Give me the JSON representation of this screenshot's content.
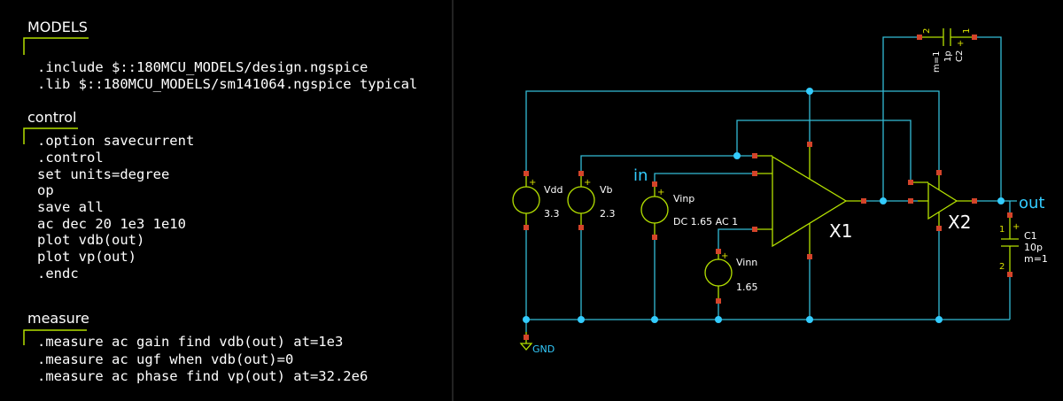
{
  "code_blocks": [
    {
      "title": "MODELS",
      "lines": [
        ".include $::180MCU_MODELS/design.ngspice",
        ".lib $::180MCU_MODELS/sm141064.ngspice typical"
      ]
    },
    {
      "title": "control",
      "lines": [
        ".option savecurrent",
        ".control",
        "set units=degree",
        "op",
        "save all",
        "ac dec 20 1e3 1e10",
        "plot vdb(out)",
        "plot vp(out)",
        ".endc"
      ]
    },
    {
      "title": "measure",
      "lines": [
        ".measure ac gain find vdb(out) at=1e3",
        ".measure ac ugf when vdb(out)=0",
        ".measure ac phase find vp(out) at=32.2e6"
      ]
    }
  ],
  "schematic": {
    "vdd": {
      "name": "Vdd",
      "value": "3.3"
    },
    "vb": {
      "name": "Vb",
      "value": "2.3"
    },
    "vinp": {
      "name": "Vinp",
      "value": "DC 1.65 AC 1"
    },
    "vinn": {
      "name": "Vinn",
      "value": "1.65"
    },
    "x1": {
      "name": "X1"
    },
    "x2": {
      "name": "X2"
    },
    "c1": {
      "name": "C1",
      "value": "10p",
      "mult": "m=1",
      "pin1": "1",
      "pin2": "2"
    },
    "c2": {
      "name": "C2",
      "value": "1p",
      "mult": "m=1",
      "pin1": "1",
      "pin2": "2"
    },
    "nets": {
      "in": "in",
      "out": "out",
      "gnd": "GND"
    },
    "plus": "+"
  },
  "colors": {
    "background": "#000000",
    "wire": "#33bcd6",
    "component": "#b4e000",
    "pin": "#d4442a",
    "junction": "#33ccff",
    "text": "#ffffff",
    "net_label": "#33ccff",
    "divider": "#444444"
  }
}
